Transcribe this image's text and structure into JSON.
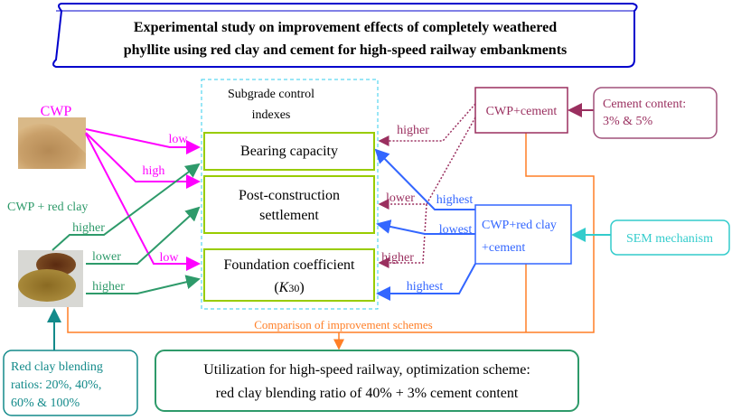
{
  "title": {
    "line1": "Experimental study on improvement effects of completely weathered",
    "line2": "phyllite using red clay and cement for high-speed railway embankments"
  },
  "indexes": {
    "header_line1": "Subgrade control",
    "header_line2": "indexes",
    "bearing": "Bearing capacity",
    "settlement_line1": "Post-construction",
    "settlement_line2": "settlement",
    "foundation_line1": "Foundation coefficient",
    "foundation_open": "(",
    "foundation_k": "K",
    "foundation_sub": "30",
    "foundation_close": ")"
  },
  "cwp": {
    "label": "CWP",
    "to_bearing": "low",
    "to_settlement": "high",
    "to_foundation": "low"
  },
  "cwp_red_clay": {
    "label": "CWP + red clay",
    "to_bearing": "higher",
    "to_settlement": "lower",
    "to_foundation": "higher"
  },
  "cwp_cement": {
    "label": "CWP+cement",
    "to_bearing": "higher",
    "to_settlement": "lower",
    "to_foundation": "higher"
  },
  "cement_content": {
    "line1": "Cement content:",
    "line2": "3% & 5%"
  },
  "cwp_red_clay_cement": {
    "line1": "CWP+red clay",
    "line2": "+cement",
    "to_bearing": "highest",
    "to_settlement": "lowest",
    "to_foundation": "highest"
  },
  "sem": "SEM mechanism",
  "comparison": "Comparison of improvement schemes",
  "blending": {
    "line1": "Red clay blending",
    "line2": "ratios: 20%, 40%,",
    "line3": "60% & 100%"
  },
  "conclusion": {
    "line1": "Utilization for high-speed railway, optimization scheme:",
    "line2": "red clay blending ratio of 40% + 3% cement content"
  },
  "colors": {
    "magenta": "#ff00ff",
    "green": "#2e9a6a",
    "plum": "#9a2f5f",
    "blue": "#3366ff",
    "cyan": "#33cccc",
    "orange": "#ff7f27",
    "lime": "#99cc00",
    "title_border": "#0000cc"
  }
}
